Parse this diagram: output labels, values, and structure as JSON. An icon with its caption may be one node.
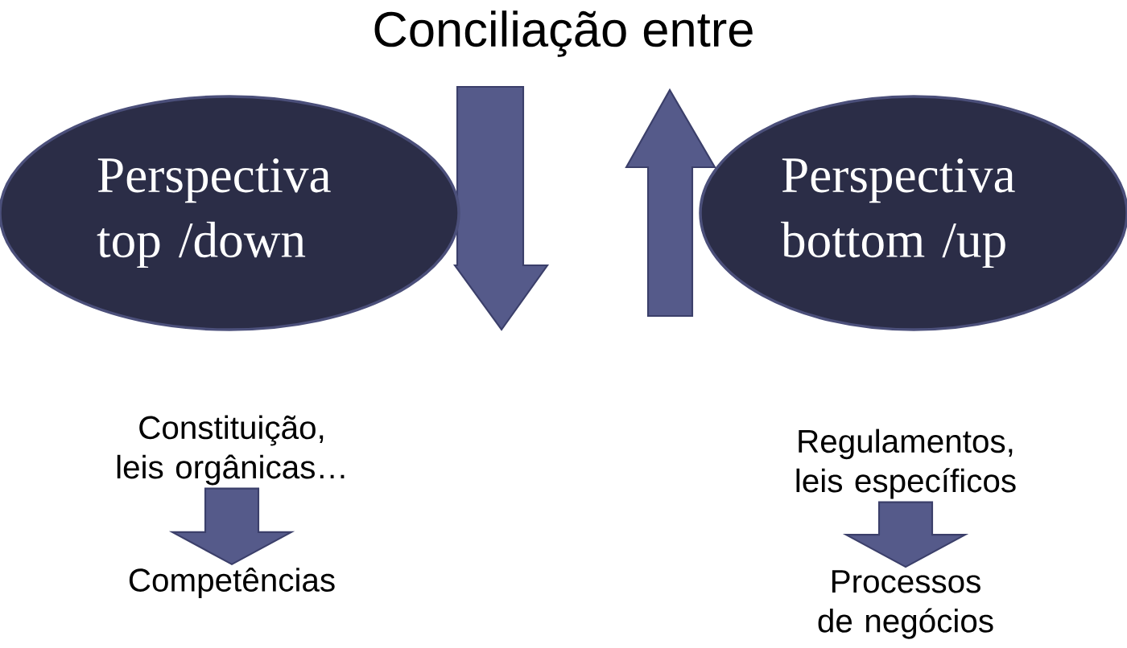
{
  "diagram": {
    "title": "Conciliação entre",
    "nodes": [
      {
        "text": [
          "Perspectiva top /down"
        ]
      },
      {
        "text": [
          "Perspectiva bottom /up"
        ]
      },
      {
        "text": [
          "Constituição, leis orgânicas…"
        ]
      },
      {
        "text": [
          "Competências"
        ]
      },
      {
        "text": [
          "Regulamentos, leis específicos"
        ]
      },
      {
        "text": [
          "Processos de negócios"
        ]
      }
    ],
    "edges": [
      {
        "from": 2,
        "to": 3,
        "arrow": "to"
      },
      {
        "from": 4,
        "to": 5,
        "arrow": "to"
      }
    ]
  }
}
